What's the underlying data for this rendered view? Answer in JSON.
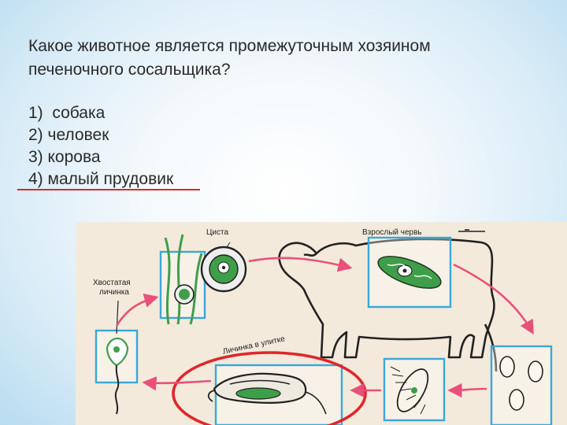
{
  "question": {
    "line1": "Какое животное является промежуточным хозяином",
    "line2": "печеночного сосальщика?"
  },
  "options": [
    "1)  собака",
    "2) человек",
    "3) корова",
    "4) малый прудовик"
  ],
  "colors": {
    "underline": "#e0262a",
    "box_border": "#3aa8d8",
    "arrow": "#e8507a",
    "worm_green": "#3f9e4a",
    "highlight_ellipse": "#e0262a"
  },
  "figure": {
    "labels": {
      "cyst": "Циста",
      "adult_worm": "Взрослый червь",
      "tailed_larva_1": "Хвостатая",
      "tailed_larva_2": "личинка",
      "larva_in_snail": "Личинка в улитке"
    }
  }
}
